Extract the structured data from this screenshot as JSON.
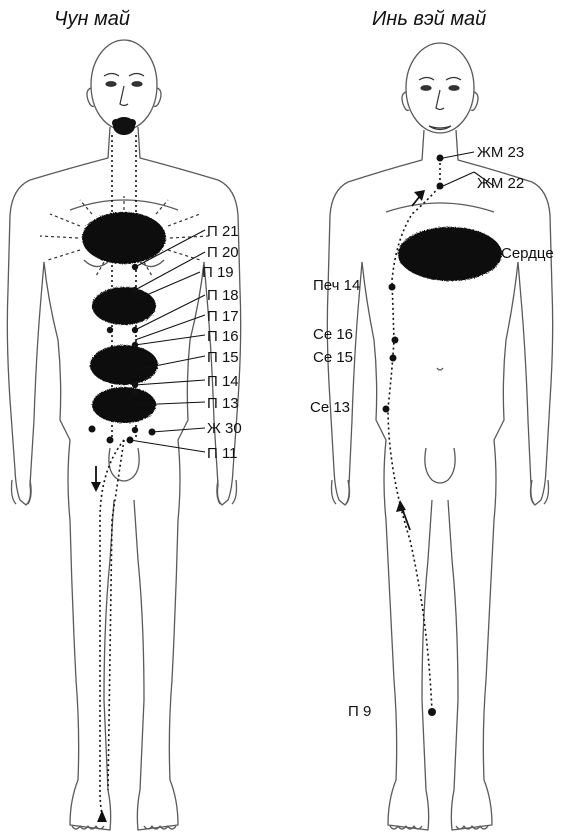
{
  "left_figure": {
    "title": "Чун май",
    "points": [
      "П 21",
      "П 20",
      "П 19",
      "П 18",
      "П 17",
      "П 16",
      "П 15",
      "П 14",
      "П 13",
      "Ж 30",
      "П 11"
    ]
  },
  "right_figure": {
    "title": "Инь вэй май",
    "points": {
      "zhm23": "ЖМ 23",
      "zhm22": "ЖМ 22",
      "heart": "Сердце",
      "pech14": "Печ 14",
      "se16": "Се 16",
      "se15": "Се 15",
      "se13": "Се 13",
      "p9": "П 9"
    }
  },
  "colors": {
    "ink": "#111111",
    "outline": "#5a5a5a",
    "background": "#ffffff"
  }
}
